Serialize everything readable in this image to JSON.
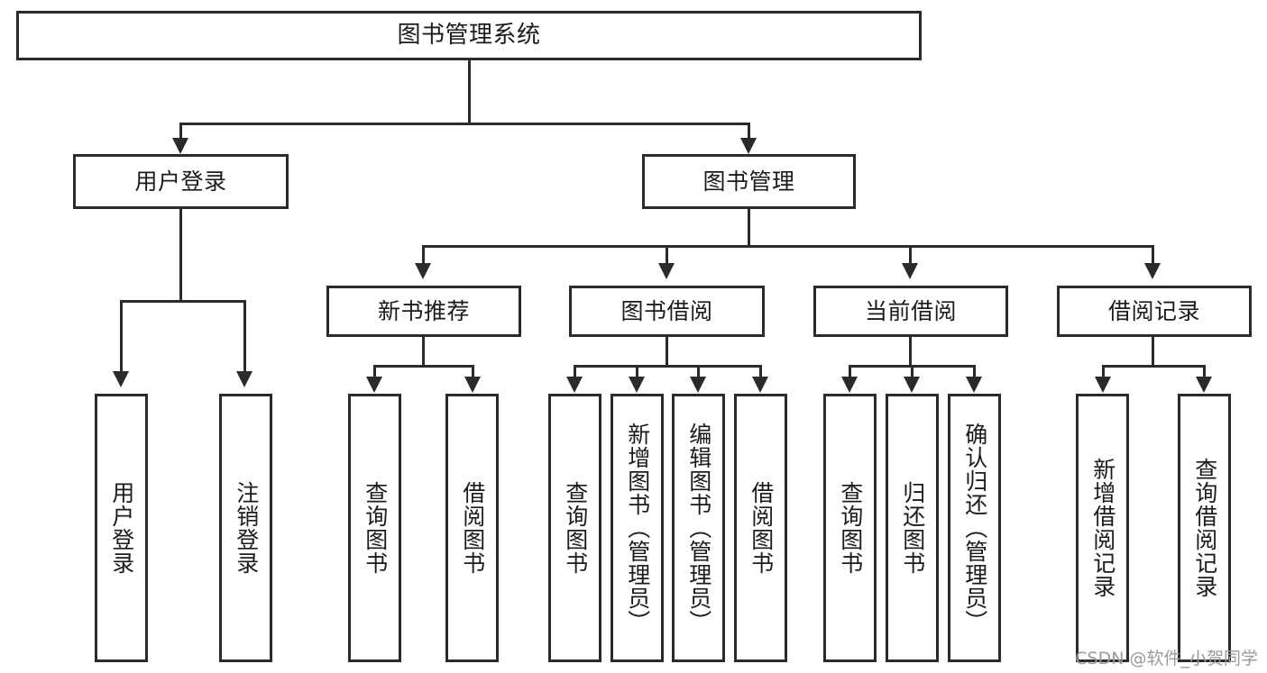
{
  "diagram": {
    "type": "tree",
    "title": "图书管理系统",
    "watermark": "CSDN @软件_小贺同学",
    "colors": {
      "stroke": "#2b2b2b",
      "fill": "#ffffff",
      "text": "#1b1b1b",
      "watermark": "#9a9a9a"
    },
    "root": {
      "label": "图书管理系统"
    },
    "level2": [
      {
        "label": "用户登录"
      },
      {
        "label": "图书管理"
      }
    ],
    "level3": [
      {
        "label": "新书推荐"
      },
      {
        "label": "图书借阅"
      },
      {
        "label": "当前借阅"
      },
      {
        "label": "借阅记录"
      }
    ],
    "leaves": {
      "user_login": [
        {
          "label": "用户登录"
        },
        {
          "label": "注销登录"
        }
      ],
      "new_book_recommend": [
        {
          "label": "查询图书"
        },
        {
          "label": "借阅图书"
        }
      ],
      "book_borrow": [
        {
          "label": "查询图书"
        },
        {
          "label": "新增图书（管理员）"
        },
        {
          "label": "编辑图书（管理员）"
        },
        {
          "label": "借阅图书"
        }
      ],
      "current_borrow": [
        {
          "label": "查询图书"
        },
        {
          "label": "归还图书"
        },
        {
          "label": "确认归还（管理员）"
        }
      ],
      "borrow_record": [
        {
          "label": "新增借阅记录"
        },
        {
          "label": "查询借阅记录"
        }
      ]
    }
  }
}
